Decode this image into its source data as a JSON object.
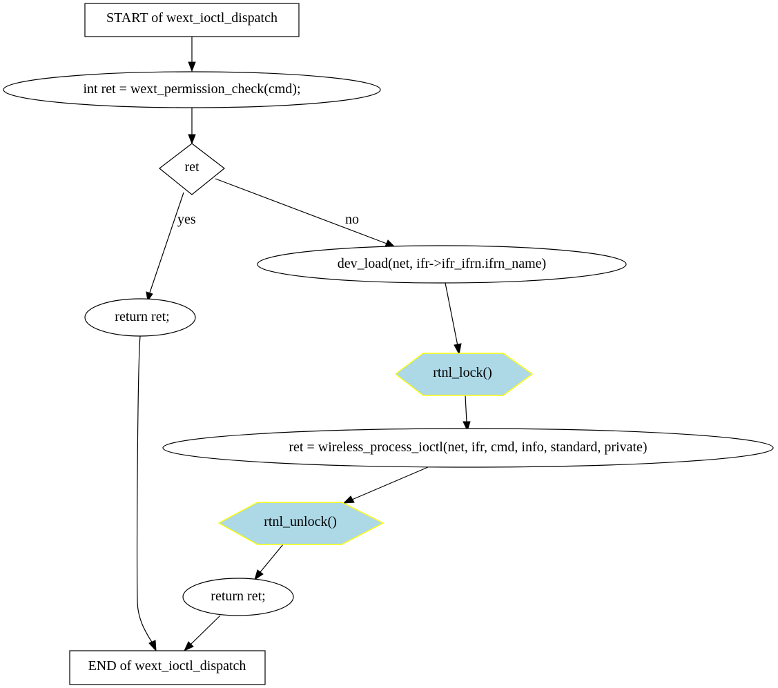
{
  "nodes": {
    "start": {
      "label": "START of wext_ioctl_dispatch",
      "shape": "box"
    },
    "perm_check": {
      "label": "int ret = wext_permission_check(cmd);",
      "shape": "ellipse"
    },
    "ret_decision": {
      "label": "ret",
      "shape": "diamond"
    },
    "return_ret_1": {
      "label": "return ret;",
      "shape": "ellipse"
    },
    "dev_load": {
      "label": "dev_load(net, ifr->ifr_ifrn.ifrn_name)",
      "shape": "ellipse"
    },
    "rtnl_lock": {
      "label": "rtnl_lock()",
      "shape": "hexagon"
    },
    "wireless_process": {
      "label": "ret = wireless_process_ioctl(net, ifr, cmd, info, standard, private)",
      "shape": "ellipse"
    },
    "rtnl_unlock": {
      "label": "rtnl_unlock()",
      "shape": "hexagon"
    },
    "return_ret_2": {
      "label": "return ret;",
      "shape": "ellipse"
    },
    "end": {
      "label": "END of wext_ioctl_dispatch",
      "shape": "box"
    }
  },
  "edges": {
    "yes_label": "yes",
    "no_label": "no"
  },
  "colors": {
    "hexagon_fill": "#add8e6",
    "hexagon_stroke": "#ffff00",
    "line": "#000000"
  }
}
